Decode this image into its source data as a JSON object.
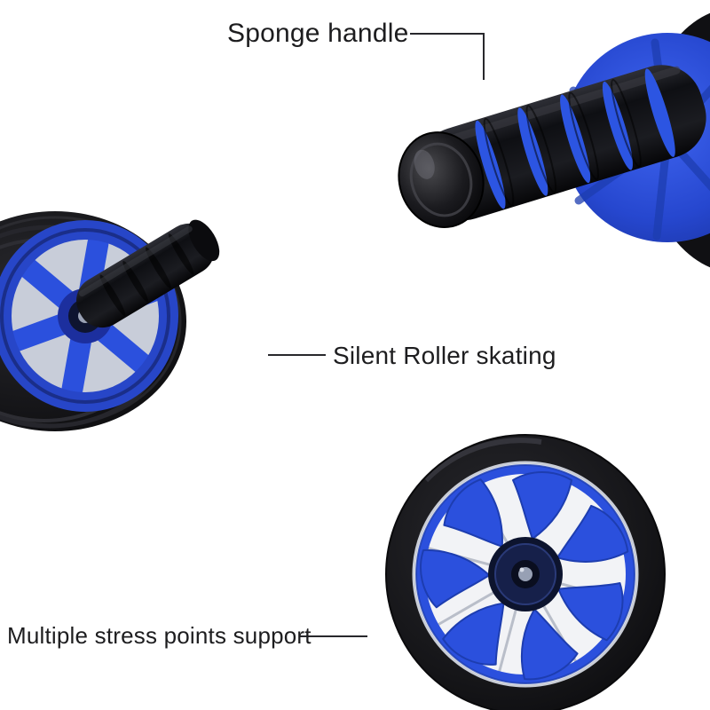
{
  "image": {
    "background": "#ffffff"
  },
  "callouts": {
    "sponge_handle": {
      "label": "Sponge handle"
    },
    "silent_roller": {
      "label": "Silent Roller skating"
    },
    "stress_points": {
      "label": "Multiple stress points support"
    }
  },
  "colors": {
    "label_text": "#1d1d1f",
    "callout_line": "#28282c",
    "wheel_blue": "#2b50dd",
    "wheel_blue_dark": "#1d3db0",
    "tire_black": "#131316",
    "foam_black": "#101115",
    "foam_stripe_blue": "#2c55e2",
    "spoke_silver": "#b9bec9",
    "hub_navy": "#0d142e",
    "cutout_light": "#c8cdd9"
  }
}
